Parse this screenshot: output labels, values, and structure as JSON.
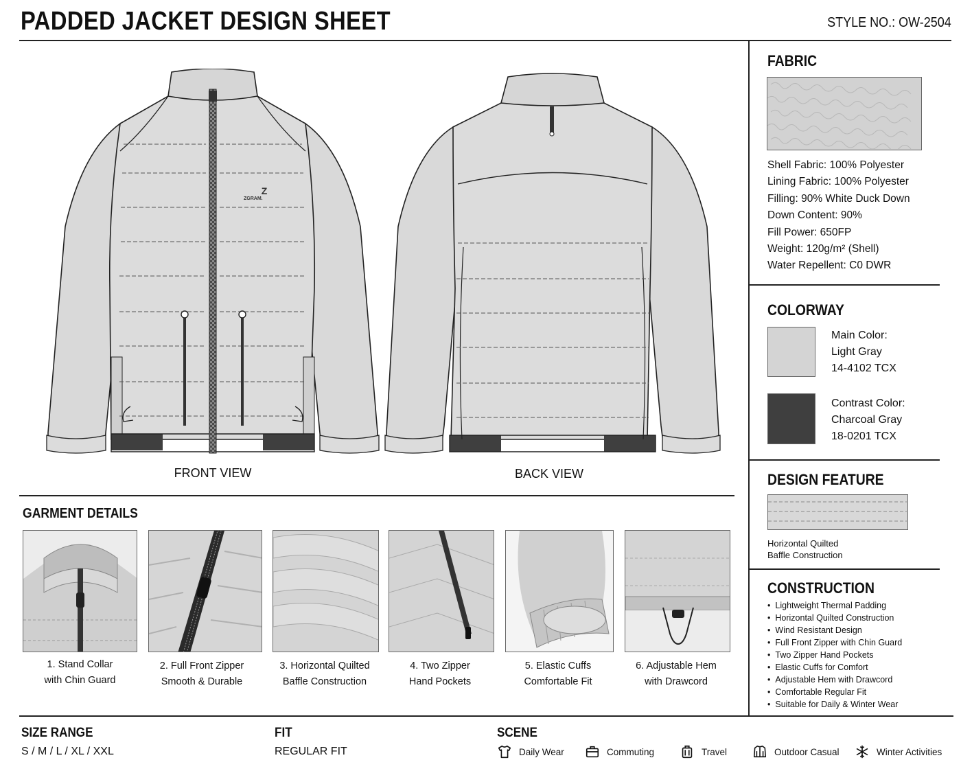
{
  "header": {
    "title": "PADDED JACKET DESIGN SHEET",
    "style_no": "STYLE NO.: OW-2504"
  },
  "views": {
    "front": "FRONT VIEW",
    "back": "BACK VIEW",
    "logo_text": "ZGRAM."
  },
  "fabric": {
    "heading": "FABRIC",
    "specs": [
      "Shell Fabric: 100% Polyester",
      "Lining Fabric: 100% Polyester",
      "Filling: 90% White Duck Down",
      "Down Content: 90%",
      "Fill Power: 650FP",
      "Weight: 120g/m² (Shell)",
      "Water Repellent: C0 DWR"
    ]
  },
  "colorway": {
    "heading": "COLORWAY",
    "main": {
      "label": "Main Color:",
      "name": "Light Gray",
      "code": "14-4102 TCX",
      "hex": "#d4d4d4"
    },
    "contrast": {
      "label": "Contrast Color:",
      "name": "Charcoal Gray",
      "code": "18-0201 TCX",
      "hex": "#3f3f3f"
    }
  },
  "design_feature": {
    "heading": "DESIGN FEATURE",
    "line1": "Horizontal Quilted",
    "line2": "Baffle Construction"
  },
  "construction": {
    "heading": "CONSTRUCTION",
    "items": [
      "Lightweight Thermal Padding",
      "Horizontal Quilted Construction",
      "Wind Resistant Design",
      "Full Front Zipper with Chin Guard",
      "Two Zipper Hand Pockets",
      "Elastic Cuffs for Comfort",
      "Adjustable Hem with Drawcord",
      "Comfortable Regular Fit",
      "Suitable for Daily & Winter Wear"
    ]
  },
  "garment_details": {
    "heading": "GARMENT DETAILS",
    "items": [
      {
        "line1": "1. Stand Collar",
        "line2": "with Chin Guard"
      },
      {
        "line1": "2. Full Front Zipper",
        "line2": "Smooth & Durable"
      },
      {
        "line1": "3. Horizontal Quilted",
        "line2": "Baffle Construction"
      },
      {
        "line1": "4. Two Zipper",
        "line2": "Hand Pockets"
      },
      {
        "line1": "5. Elastic Cuffs",
        "line2": "Comfortable Fit"
      },
      {
        "line1": "6. Adjustable Hem",
        "line2": "with Drawcord"
      }
    ]
  },
  "footer": {
    "size_heading": "SIZE RANGE",
    "sizes": "S / M / L / XL / XXL",
    "fit_heading": "FIT",
    "fit": "REGULAR FIT",
    "scene_heading": "SCENE",
    "scenes": [
      {
        "label": "Daily Wear",
        "icon": "tshirt-icon"
      },
      {
        "label": "Commuting",
        "icon": "briefcase-icon"
      },
      {
        "label": "Travel",
        "icon": "luggage-icon"
      },
      {
        "label": "Outdoor Casual",
        "icon": "jacket-icon"
      },
      {
        "label": "Winter Activities",
        "icon": "snowflake-icon"
      }
    ]
  }
}
